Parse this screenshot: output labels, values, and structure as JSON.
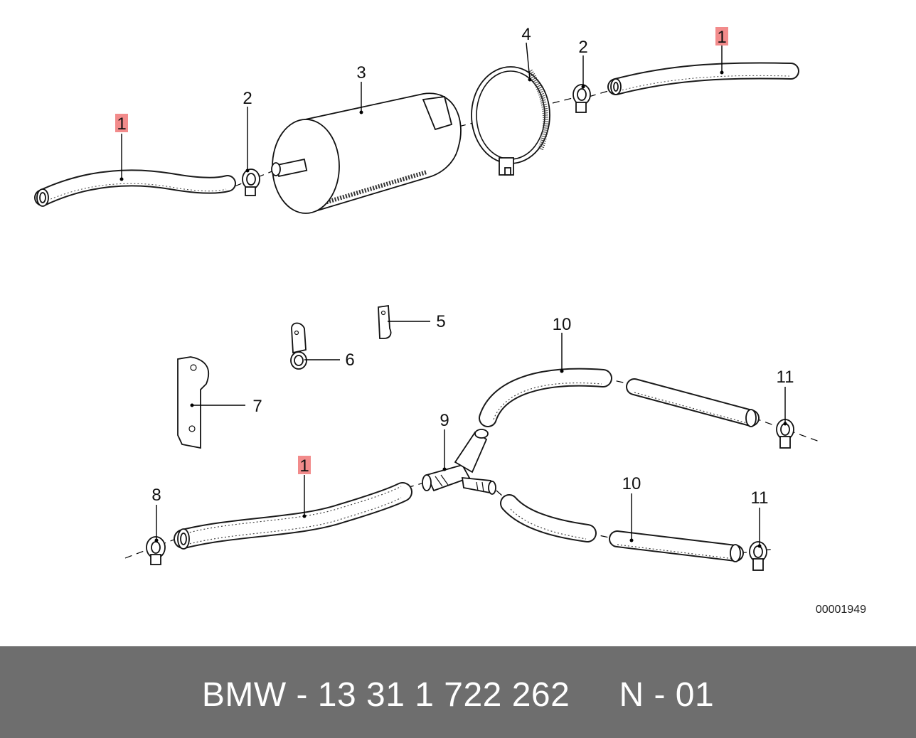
{
  "diagram": {
    "callouts": {
      "hose_left": "1",
      "clamp_left": "2",
      "fuel_filter": "3",
      "filter_bracket": "4",
      "clamp_right": "2",
      "hose_right": "1",
      "clip": "5",
      "holder": "6",
      "bracket_plate": "7",
      "clamp_lower_left": "8",
      "y_connector": "9",
      "hose_upper_branch": "10",
      "hose_lower_branch": "10",
      "clamp_upper_right": "11",
      "clamp_lower_right": "11",
      "hose_lower_main": "1"
    },
    "highlight_color": "#f28b8b",
    "image_code": "00001949"
  },
  "footer": {
    "text": "BMW - 13 31 1 722 262     N - 01",
    "background": "#6e6e6e"
  }
}
